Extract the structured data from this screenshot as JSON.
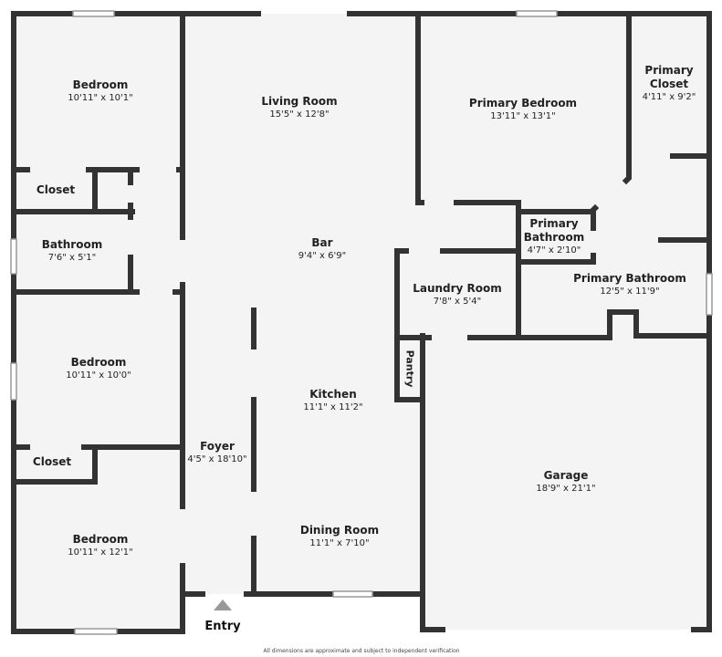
{
  "rooms": [
    {
      "name": "Bedroom",
      "dims": "10'11\" x 10'1\""
    },
    {
      "name": "Living Room",
      "dims": "15'5\" x 12'8\""
    },
    {
      "name": "Primary Bedroom",
      "dims": "13'11\" x 13'1\""
    },
    {
      "name": "Primary Closet",
      "dims": "4'11\" x 9'2\""
    },
    {
      "name": "Closet",
      "dims": ""
    },
    {
      "name": "Bathroom",
      "dims": "7'6\" x 5'1\""
    },
    {
      "name": "Bar",
      "dims": "9'4\" x 6'9\""
    },
    {
      "name": "Primary Bathroom",
      "dims": "4'7\" x 2'10\""
    },
    {
      "name": "Primary Bathroom",
      "dims": "12'5\" x 11'9\""
    },
    {
      "name": "Laundry Room",
      "dims": "7'8\" x 5'4\""
    },
    {
      "name": "Bedroom",
      "dims": "10'11\" x 10'0\""
    },
    {
      "name": "Kitchen",
      "dims": "11'1\" x 11'2\""
    },
    {
      "name": "Pantry",
      "dims": ""
    },
    {
      "name": "Closet",
      "dims": ""
    },
    {
      "name": "Foyer",
      "dims": "4'5\" x 18'10\""
    },
    {
      "name": "Garage",
      "dims": "18'9\" x 21'1\""
    },
    {
      "name": "Bedroom",
      "dims": "10'11\" x 12'1\""
    },
    {
      "name": "Dining Room",
      "dims": "11'1\" x 7'10\""
    }
  ],
  "entry_label": "Entry",
  "disclaimer": "All dimensions are approximate and subject to independent verification",
  "colors": {
    "wall": "#333333",
    "floor": "#f4f4f4",
    "entry_arrow": "#999999"
  }
}
